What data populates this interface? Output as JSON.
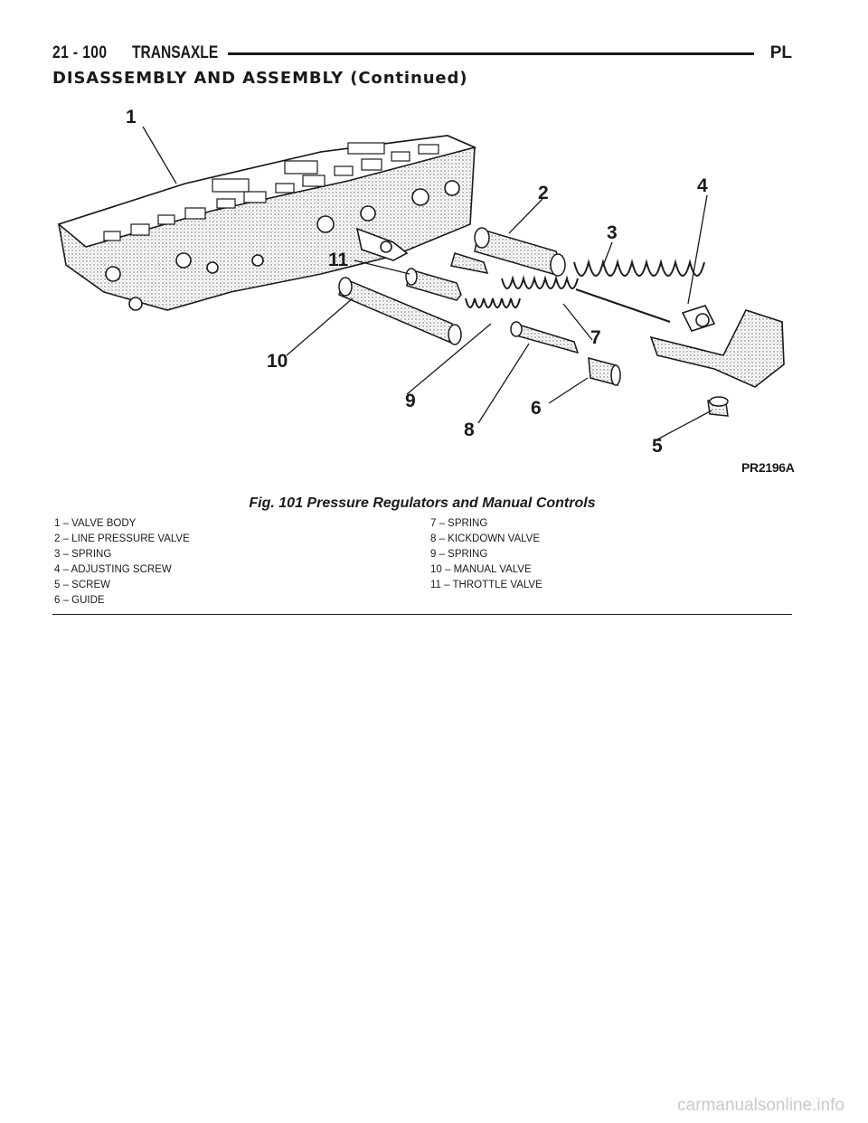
{
  "header": {
    "page_number": "21 - 100",
    "title": "TRANSAXLE",
    "code": "PL"
  },
  "section_title": "DISASSEMBLY AND ASSEMBLY (Continued)",
  "figure": {
    "code": "PR2196A",
    "caption": "Fig. 101 Pressure Regulators and Manual Controls",
    "callouts": [
      "1",
      "2",
      "3",
      "4",
      "5",
      "6",
      "7",
      "8",
      "9",
      "10",
      "11"
    ],
    "legend_left": [
      "1 – VALVE BODY",
      "2 – LINE PRESSURE VALVE",
      "3 – SPRING",
      "4 – ADJUSTING SCREW",
      "5 – SCREW",
      "6 – GUIDE"
    ],
    "legend_right": [
      "7 – SPRING",
      "8 – KICKDOWN VALVE",
      "9 – SPRING",
      "10 – MANUAL VALVE",
      "11 – THROTTLE VALVE"
    ]
  },
  "watermark": "carmanualsonline.info"
}
